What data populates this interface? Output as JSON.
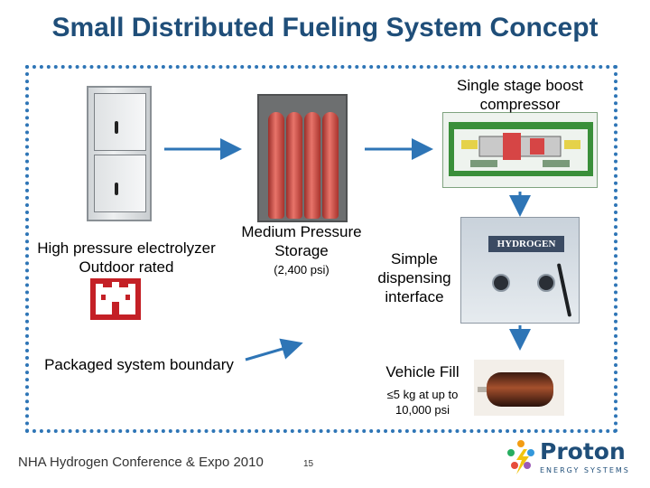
{
  "title": "Small Distributed Fueling System Concept",
  "compressor": {
    "line1": "Single stage boost",
    "line2": "compressor"
  },
  "electrolyzer": {
    "line1": "High pressure electrolyzer",
    "line2": "Outdoor rated"
  },
  "storage": {
    "line1": "Medium Pressure",
    "line2": "Storage",
    "line3": "(2,400 psi)"
  },
  "dispensing": {
    "line1": "Simple",
    "line2": "dispensing",
    "line3": "interface"
  },
  "boundary_label": "Packaged system boundary",
  "vehicle": {
    "line1": "Vehicle Fill",
    "line2": "≤5 kg at up to",
    "line3": "10,000 psi"
  },
  "dispenser_panel_label": "HYDROGEN",
  "footer": "NHA Hydrogen Conference & Expo 2010",
  "page_number": "15",
  "logo": {
    "name": "Proton",
    "subtitle": "ENERGY SYSTEMS"
  },
  "colors": {
    "title": "#1f4e79",
    "boundary": "#2e75b6",
    "arrow": "#2e75b6"
  },
  "icons": [
    "electrolyzer-cabinet-image",
    "storage-cylinders-image",
    "compressor-diagram-image",
    "dispenser-image",
    "hydrogen-tank-image",
    "army-corps-castle-logo",
    "proton-logo"
  ]
}
